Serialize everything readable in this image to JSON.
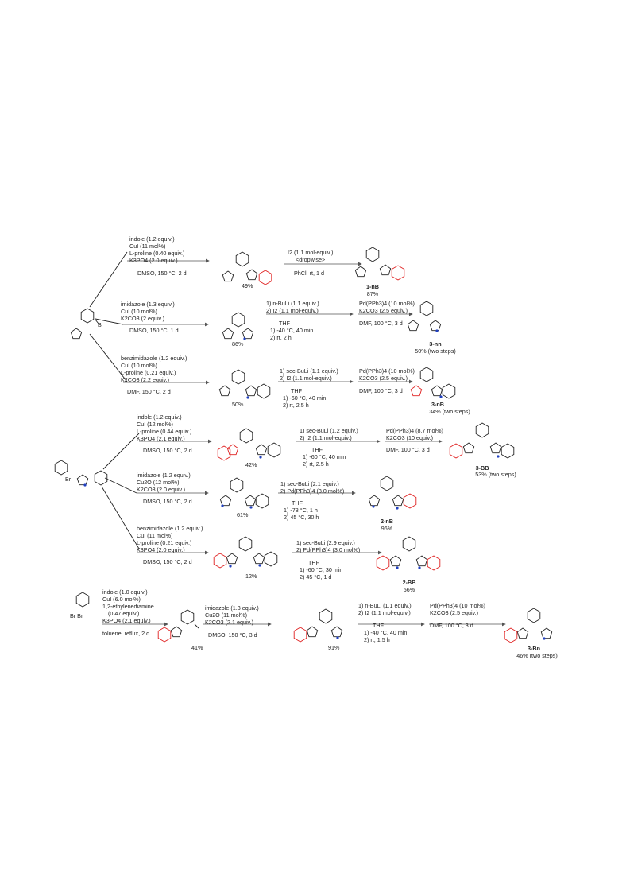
{
  "start_materials": {
    "s1_label_Br": "Br",
    "s2_label_Br": "Br",
    "s3_label_Br": "Br Br"
  },
  "rows": [
    {
      "conditions": [
        "indole (1.2 equiv.)",
        "CuI (11 mol%)",
        "L-proline (0.40 equiv.)",
        "K3PO4 (2.0 equiv.)",
        "DMSO, 150 °C, 2 d"
      ],
      "yield1": "49%",
      "conditions2": [
        "I2 (1.1 mol-equiv.)",
        "<dropwise>",
        "PhCl, rt, 1 d"
      ],
      "product": "1-nB",
      "product_yield": "87%"
    },
    {
      "conditions": [
        "imidazole (1.3 equiv.)",
        "CuI (10 mol%)",
        "K2CO3 (2 equiv.)",
        "DMSO, 150 °C, 1 d"
      ],
      "yield1": "86%",
      "conditions2": [
        "1) n-BuLi (1.1 equiv.)",
        "2) I2 (1.1 mol-equiv.)",
        "THF",
        "1) -40 °C, 40 min",
        "2) rt, 2 h"
      ],
      "conditions3": [
        "Pd(PPh3)4 (10 mol%)",
        "K2CO3 (2.5 equiv.)",
        "DMF, 100 °C, 3 d"
      ],
      "product": "3-nn",
      "product_yield": "50% (two steps)"
    },
    {
      "conditions": [
        "benzimidazole (1.2 equiv.)",
        "CuI (10 mol%)",
        "L-proline (0.21 equiv.)",
        "K2CO3 (2.2 equiv.)",
        "DMF, 150 °C, 2 d"
      ],
      "yield1": "50%",
      "conditions2": [
        "1) sec-BuLi (1.1 equiv.)",
        "2) I2 (1.1 mol-equiv.)",
        "THF",
        "1) -60 °C, 40 min",
        "2) rt, 2.5 h"
      ],
      "conditions3": [
        "Pd(PPh3)4 (10 mol%)",
        "K2CO3 (2.5 equiv.)",
        "DMF, 100 °C, 3 d"
      ],
      "product": "3-nB",
      "product_yield": "34% (two steps)"
    },
    {
      "conditions": [
        "indole (1.2 equiv.)",
        "CuI (12 mol%)",
        "L-proline (0.44 equiv.)",
        "K3PO4 (2.1 equiv.)",
        "DMSO, 150 °C, 2 d"
      ],
      "yield1": "42%",
      "conditions2": [
        "1) sec-BuLi (1.2 equiv.)",
        "2) I2 (1.1 mol-equiv.)",
        "THF",
        "1) -60 °C, 40 min",
        "2) rt, 2.5 h"
      ],
      "conditions3": [
        "Pd(PPh3)4 (8.7 mol%)",
        "K2CO3 (10 equiv.)",
        "DMF, 100 °C, 3 d"
      ],
      "product": "3-BB",
      "product_yield": "53% (two steps)"
    },
    {
      "conditions": [
        "imidazole (1.2 equiv.)",
        "Cu2O (12 mol%)",
        "K2CO3 (2.0 equiv.)",
        "DMSO, 150 °C, 2 d"
      ],
      "yield1": "61%",
      "conditions2": [
        "1) sec-BuLi (2.1 equiv.)",
        "2) Pd(PPh3)4 (3.0 mol%)",
        "THF",
        "1) -78 °C, 1 h",
        "2) 45 °C, 30 h"
      ],
      "product": "2-nB",
      "product_yield": "96%"
    },
    {
      "conditions": [
        "benzimidazole (1.2 equiv.)",
        "CuI (11 mol%)",
        "L-proline (0.21 equiv.)",
        "K3PO4 (2.0 equiv.)",
        "DMSO, 150 °C, 2 d"
      ],
      "yield1": "12%",
      "conditions2": [
        "1) sec-BuLi (2.9 equiv.)",
        "2) Pd(PPh3)4 (3.0 mol%)",
        "THF",
        "1) -60 °C, 30 min",
        "2) 45 °C, 1 d"
      ],
      "product": "2-BB",
      "product_yield": "56%"
    },
    {
      "conditions": [
        "indole (1.0 equiv.)",
        "CuI (6.0 mol%)",
        "1,2-ethylenediamine",
        "(0.47 equiv.)",
        "K3PO4 (2.1 equiv.)",
        "toluene, reflux, 2 d"
      ],
      "yield1": "41%",
      "conditions2": [
        "imidazole (1.3 equiv.)",
        "Cu2O (11 mol%)",
        "K2CO3 (2.1 equiv.)",
        "DMSO, 150 °C, 3 d"
      ],
      "yield2": "91%",
      "conditions3": [
        "1) n-BuLi (1.1 equiv.)",
        "2) I2 (1.1 mol-equiv.)",
        "THF",
        "1) -40 °C, 40 min",
        "2) rt, 1.5 h"
      ],
      "conditions4": [
        "Pd(PPh3)4 (10 mol%)",
        "K2CO3 (2.5 equiv.)",
        "DMF, 100 °C, 3 d"
      ],
      "product": "3-Bn",
      "product_yield": "46% (two steps)"
    }
  ],
  "colors": {
    "accent_ring": "#e02020",
    "nitrogen": "#2040c0",
    "ink": "#222222"
  }
}
